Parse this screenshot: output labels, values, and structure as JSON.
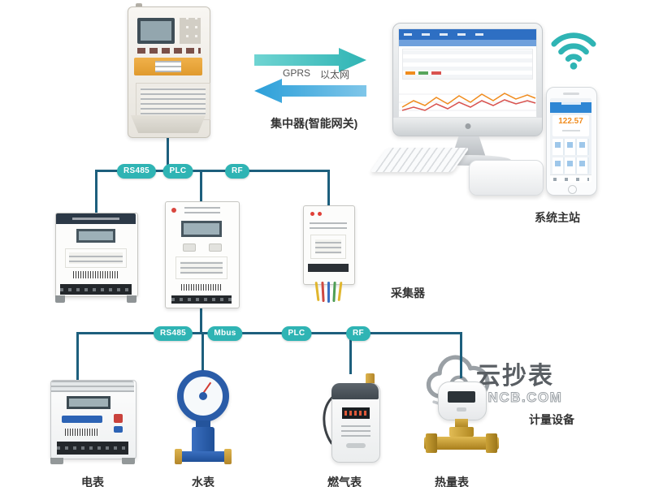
{
  "uplink": {
    "gprs": "GPRS",
    "ethernet": "以太网"
  },
  "nodes": {
    "concentrator": "集中器(智能网关)",
    "master_station": "系统主站",
    "collector": "采集器",
    "metering_devices": "计量设备"
  },
  "tier1": {
    "badges": [
      "RS485",
      "PLC",
      "RF"
    ]
  },
  "tier2": {
    "badges": [
      "RS485",
      "Mbus",
      "PLC",
      "RF"
    ]
  },
  "meters": [
    {
      "label": "电表"
    },
    {
      "label": "水表"
    },
    {
      "label": "燃气表"
    },
    {
      "label": "热量表"
    }
  ],
  "phone": {
    "reading": "122.57"
  },
  "watermark": {
    "brand": "云抄表",
    "site": "YUNCB.COM"
  },
  "colors": {
    "badge": "#2fb4b4",
    "line": "#1d5f7d",
    "gprs_arrow": "#3fc0c0",
    "ethernet_arrow": "#2b9fd9",
    "wifi": "#2fb4b4"
  }
}
